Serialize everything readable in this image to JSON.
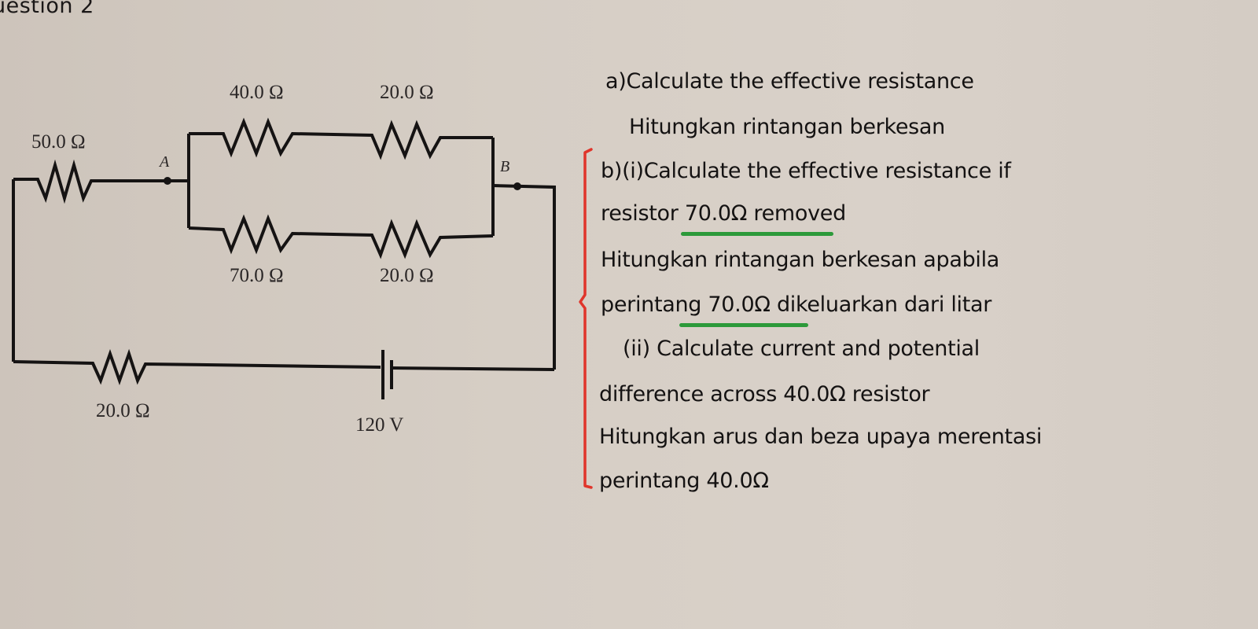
{
  "title": "uestion 2",
  "circuit": {
    "resistors": {
      "r50": "50.0 Ω",
      "r40": "40.0 Ω",
      "r20_top": "20.0 Ω",
      "r70": "70.0 Ω",
      "r20_mid": "20.0 Ω",
      "r20_bottom": "20.0 Ω"
    },
    "battery": "120 V",
    "nodes": {
      "a": "A",
      "b": "B"
    }
  },
  "questions": {
    "a_en": "a)Calculate the effective resistance",
    "a_ms": "Hitungkan rintangan berkesan",
    "bi_en_1": "b)(i)Calculate the effective resistance if",
    "bi_en_2": "resistor 70.0Ω   removed",
    "bi_ms_1": "Hitungkan rintangan berkesan apabila",
    "bi_ms_2": "perintang 70.0Ω dikeluarkan dari litar",
    "bii_en_1": "(ii) Calculate current and potential",
    "bii_en_2": "difference across 40.0Ω resistor",
    "bii_ms_1": "Hitungkan arus dan beza upaya merentasi",
    "bii_ms_2": "perintang 40.0Ω"
  },
  "annotations": {
    "underline_color": "#2c9a3a",
    "brace_color": "#e0352b"
  }
}
